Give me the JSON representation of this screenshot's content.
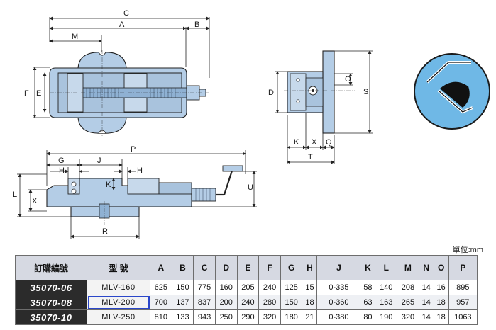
{
  "dimension_labels": {
    "top_view": [
      "C",
      "A",
      "B",
      "M",
      "F",
      "E"
    ],
    "side_view": [
      "D",
      "O",
      "S",
      "K",
      "X",
      "Q",
      "T"
    ],
    "front_view": [
      "P",
      "G",
      "J",
      "H",
      "H",
      "K",
      "U",
      "L",
      "X",
      "R"
    ]
  },
  "unit_note": "單位:mm",
  "table": {
    "headers": [
      "訂購編號",
      "型 號",
      "A",
      "B",
      "C",
      "D",
      "E",
      "F",
      "G",
      "H",
      "J",
      "K",
      "L",
      "M",
      "N",
      "O",
      "P"
    ],
    "rows": [
      {
        "code": "35070-06",
        "model": "MLV-160",
        "values": [
          "625",
          "150",
          "775",
          "160",
          "205",
          "240",
          "125",
          "15",
          "0-335",
          "58",
          "140",
          "208",
          "14",
          "16",
          "895"
        ]
      },
      {
        "code": "35070-08",
        "model": "MLV-200",
        "values": [
          "700",
          "137",
          "837",
          "200",
          "240",
          "280",
          "150",
          "18",
          "0-360",
          "63",
          "163",
          "265",
          "14",
          "18",
          "957"
        ]
      },
      {
        "code": "35070-10",
        "model": "MLV-250",
        "values": [
          "810",
          "133",
          "943",
          "250",
          "290",
          "320",
          "180",
          "21",
          "0-380",
          "80",
          "190",
          "320",
          "14",
          "18",
          "1063"
        ]
      }
    ],
    "highlighted_row": 1
  },
  "colors": {
    "accent": "#2a46c9",
    "part_fill": "#b4cde6",
    "header_bg": "#d6d9e2",
    "code_bg": "#2b2b2b"
  }
}
